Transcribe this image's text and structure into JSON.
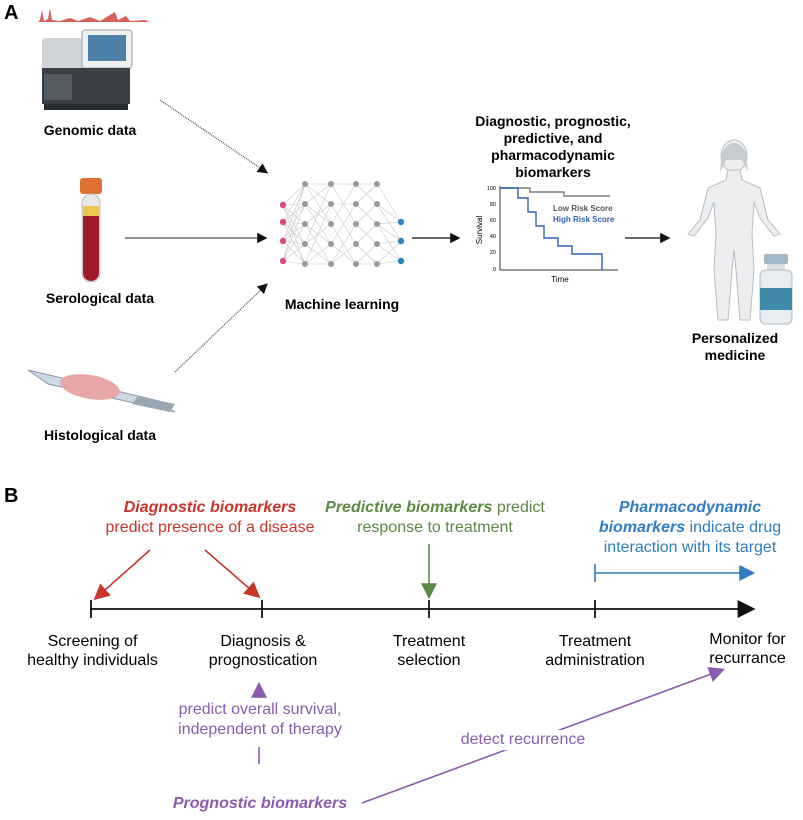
{
  "panel_a": {
    "label": "A",
    "genomic_label": "Genomic data",
    "serological_label": "Serological data",
    "histological_label": "Histological data",
    "ml_label": "Machine learning",
    "biomarkers_title": [
      "Diagnostic, prognostic,",
      "predictive, and",
      "pharmacodynamic",
      "biomarkers"
    ],
    "personalized_label": [
      "Personalized",
      "medicine"
    ],
    "survival_chart": {
      "ylabel": "Survival",
      "xlabel": "Time",
      "yticks": [
        "100",
        "80",
        "60",
        "40",
        "20",
        "0"
      ],
      "legend_low": "Low Risk Score",
      "legend_high": "High Risk Score"
    }
  },
  "panel_b": {
    "label": "B",
    "diagnostic": {
      "title": "Diagnostic biomarkers",
      "text": "predict presence of a disease"
    },
    "predictive": {
      "title": "Predictive biomarkers",
      "text_inline": "predict",
      "text": "response to treatment"
    },
    "pharmacodynamic": {
      "title_line1": "Pharmacodynamic",
      "title_line2": "biomarkers",
      "text_inline": "indicate drug",
      "text": "interaction with its target"
    },
    "timeline": [
      {
        "line1": "Screening of",
        "line2": "healthy individuals"
      },
      {
        "line1": "Diagnosis &",
        "line2": "prognostication"
      },
      {
        "line1": "Treatment",
        "line2": "selection"
      },
      {
        "line1": "Treatment",
        "line2": "administration"
      },
      {
        "line1": "Monitor for",
        "line2": "recurrance"
      }
    ],
    "prognostic": {
      "survival_text_1": "predict overall survival,",
      "survival_text_2": "independent of therapy",
      "recurrence_text": "detect recurrence",
      "title": "Prognostic biomarkers"
    },
    "colors": {
      "diagnostic": "#c9352b",
      "predictive": "#5a8a45",
      "pharmacodynamic": "#2f7cc1",
      "prognostic": "#8a5cae"
    }
  }
}
